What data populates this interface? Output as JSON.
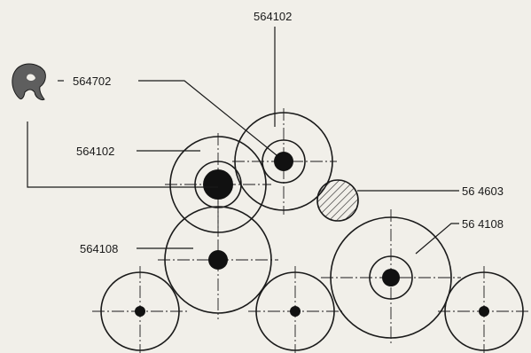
{
  "labels": {
    "l1": "564102",
    "l2": "564702",
    "l3": "564102",
    "l4": "56 4603",
    "l5": "56 4108",
    "l6": "564108"
  },
  "colors": {
    "ink": "#1a1a1a",
    "paper": "#f1efe9"
  }
}
